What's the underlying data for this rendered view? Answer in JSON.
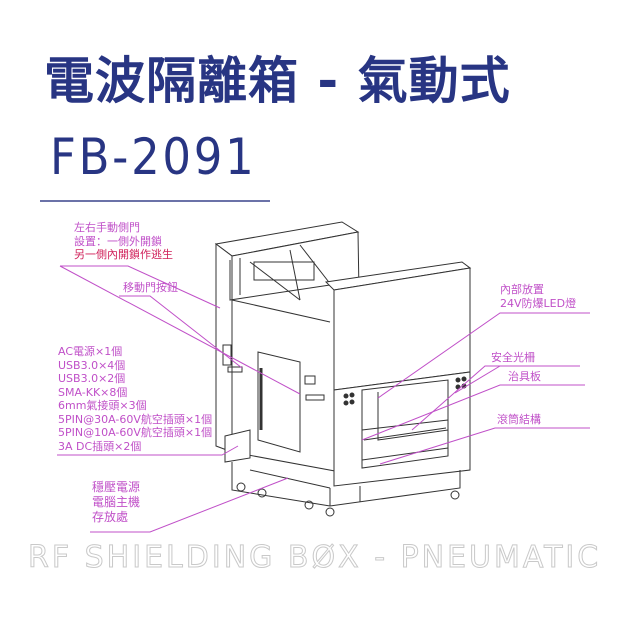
{
  "header": {
    "title": "電波隔離箱 - 氣動式",
    "model": "FB-2091"
  },
  "callouts_left": {
    "door": {
      "line1": "左右手動側門",
      "line2": "設置：一側外開鎖",
      "line3": "另一側內開鎖作逃生"
    },
    "door_button": "移動門按鈕",
    "interfaces": [
      "AC電源×1個",
      "USB3.0×4個",
      "USB3.0×2個",
      "SMA-KK×8個",
      "6mm氣接頭×3個",
      "5PIN@30A-60V航空插頭×1個",
      "5PIN@10A-60V航空插頭×1個",
      "3A DC插頭×2個"
    ],
    "storage": {
      "line1": "穩壓電源",
      "line2": "電腦主機",
      "line3": "存放處"
    }
  },
  "callouts_right": {
    "led": {
      "line1": "內部放置",
      "line2": "24V防爆LED燈"
    },
    "light_curtain": "安全光柵",
    "fixture_plate": "治具板",
    "roller": "滾筒結構"
  },
  "footer": {
    "text": "RF SHIELDING BØX - PNEUMATIC"
  },
  "colors": {
    "title": "#283583",
    "callout": "#c050c8",
    "callout_emphasis": "#d0205a",
    "footer": "#c9c9c9"
  }
}
